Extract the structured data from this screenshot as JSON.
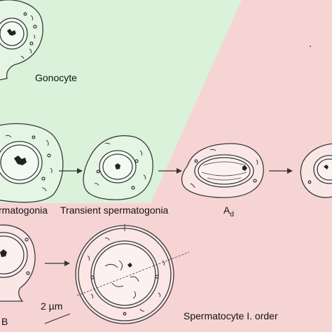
{
  "colors": {
    "green_region": "#d9f2d9",
    "pink_region": "#f7d4d4",
    "ink": "#3a3a3a",
    "chromatin": "#222222"
  },
  "labels": {
    "gonocyte": "Gonocyte",
    "spermatogonia_partial": "rmatogonia",
    "transient_spermatogonia": "Transient spermatogonia",
    "ad_main": "A",
    "ad_sub": "d",
    "spermatocyte": "Spermatocyte I. order",
    "scale_bar": "2 µm",
    "panel_b": "B"
  }
}
